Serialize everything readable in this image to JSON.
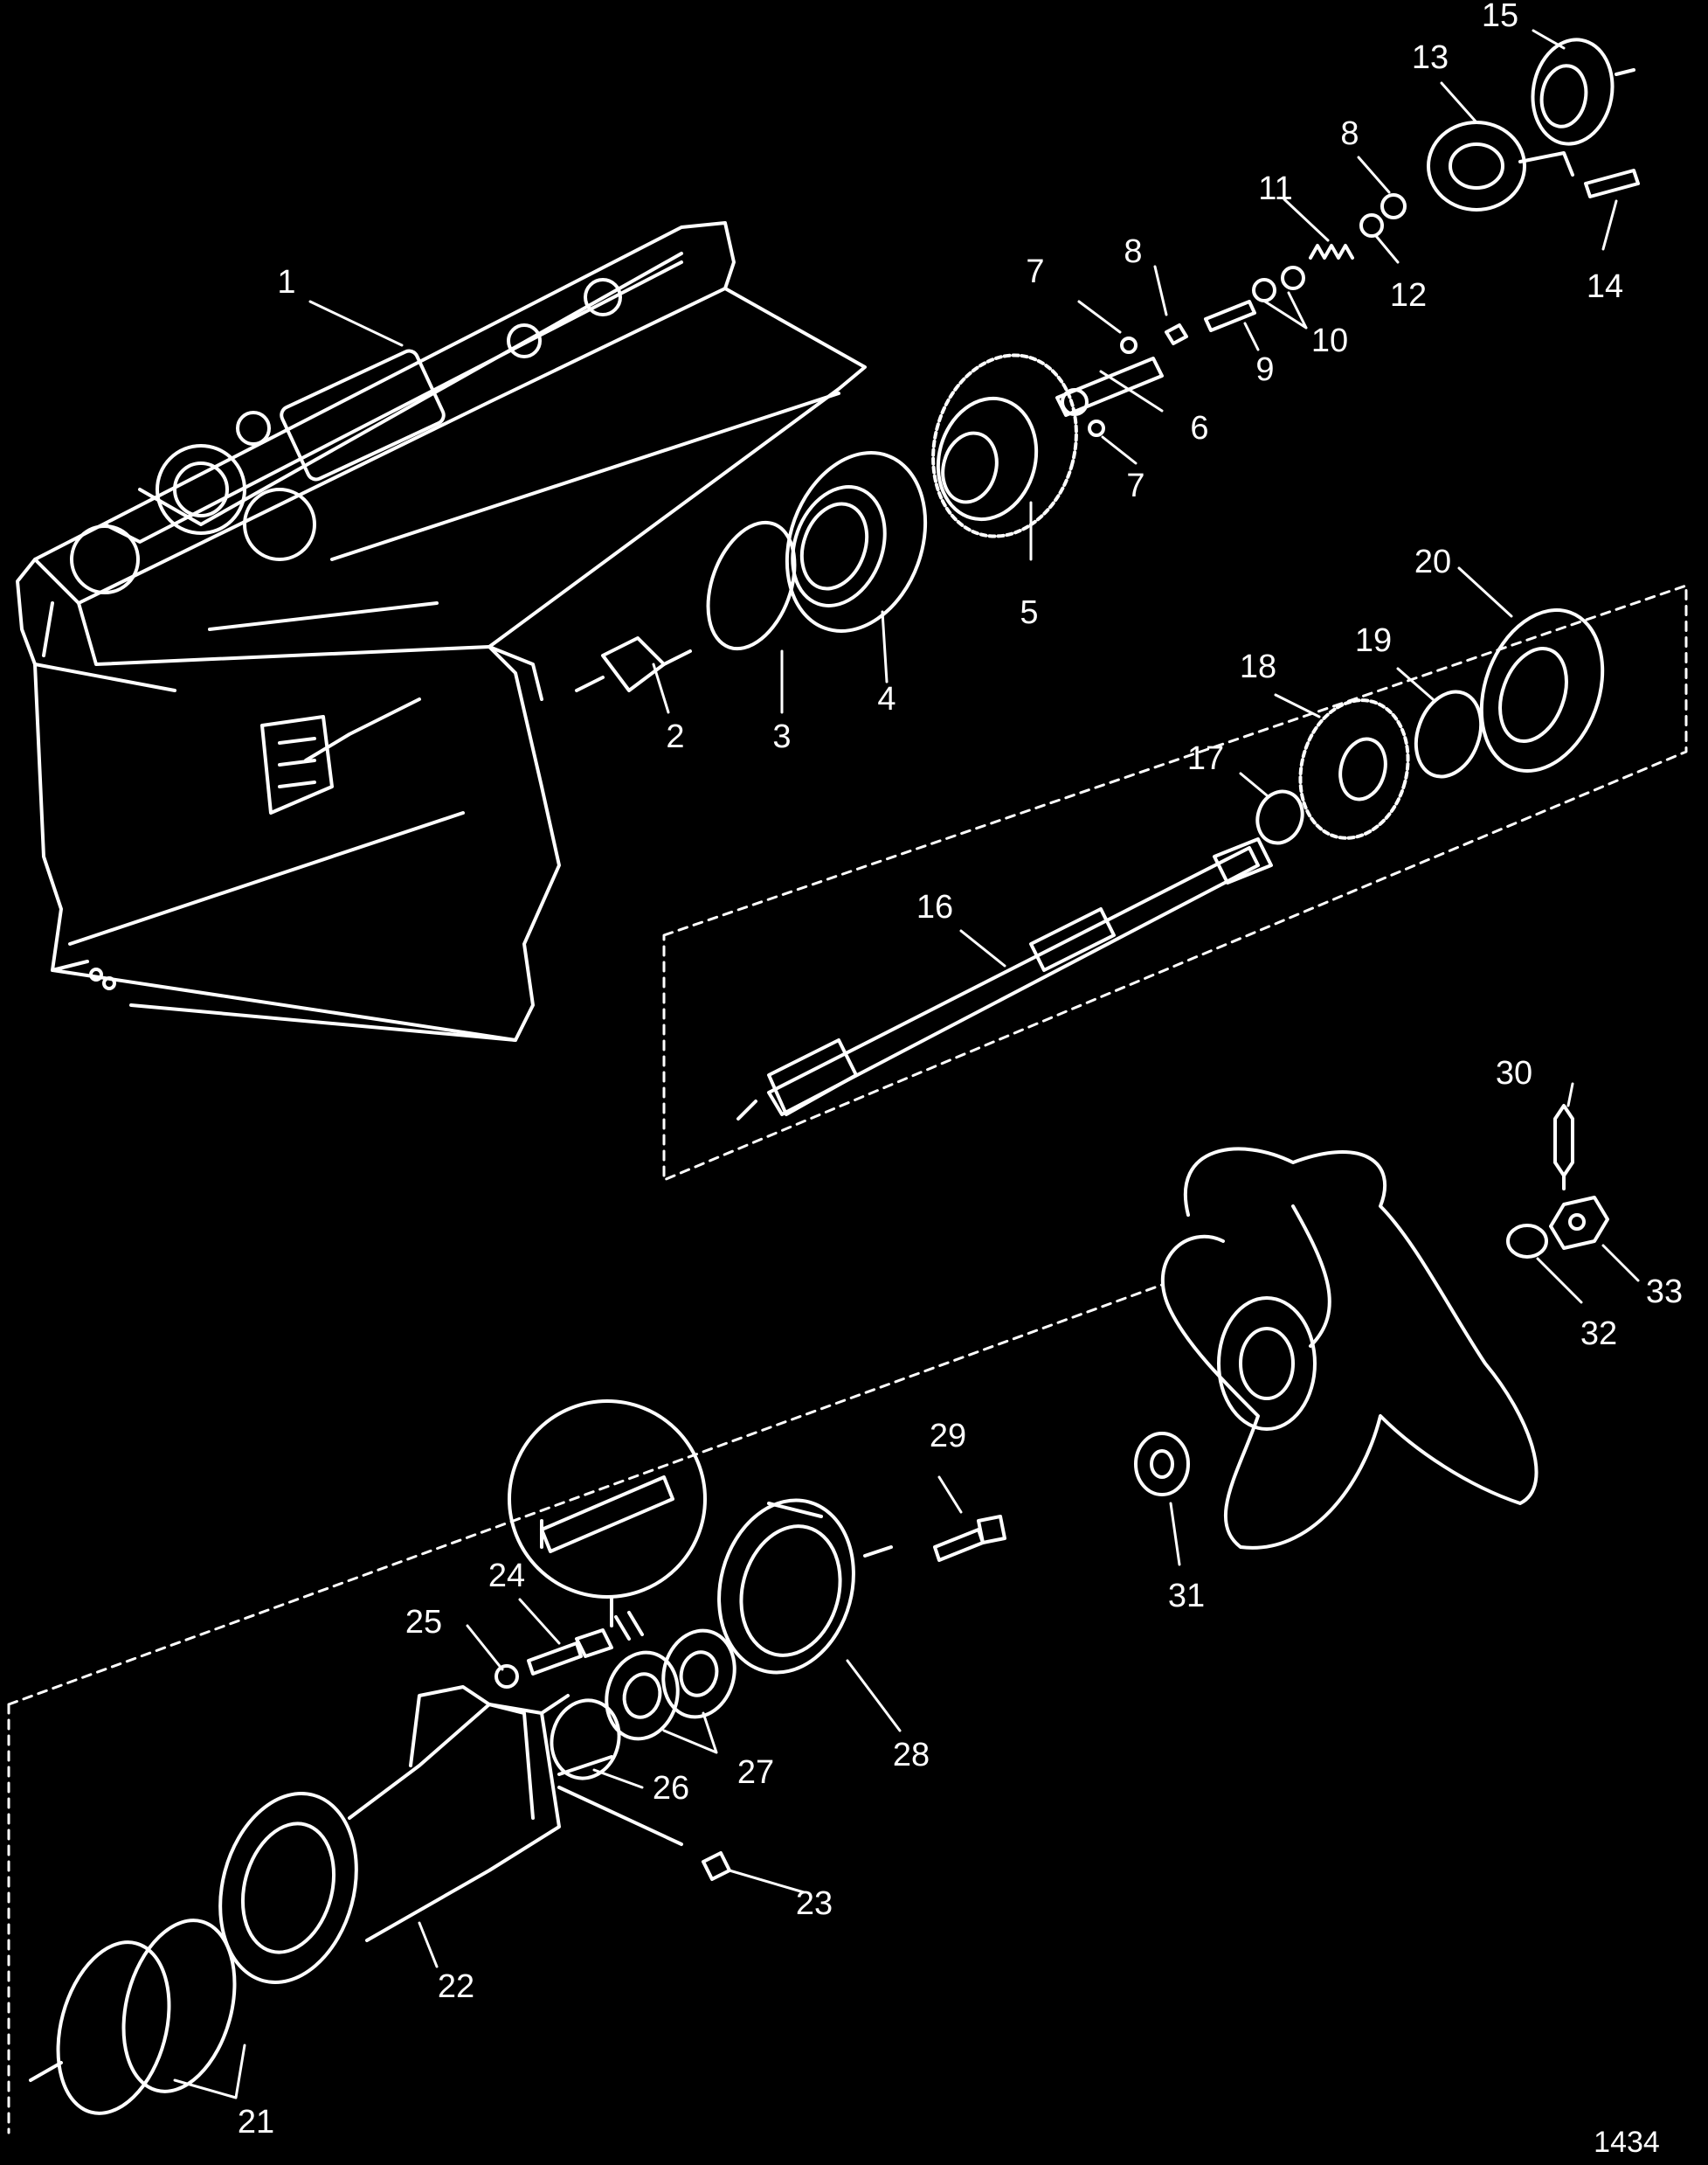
{
  "labels": {
    "l1": "1",
    "l2": "2",
    "l3": "3",
    "l4": "4",
    "l5": "5",
    "l6": "6",
    "l7a": "7",
    "l7b": "7",
    "l8a": "8",
    "l8b": "8",
    "l9": "9",
    "l10": "10",
    "l11": "11",
    "l12": "12",
    "l13": "13",
    "l14": "14",
    "l15": "15",
    "l16": "16",
    "l17": "17",
    "l18": "18",
    "l19": "19",
    "l20": "20",
    "l21": "21",
    "l22": "22",
    "l23": "23",
    "l24": "24",
    "l25": "25",
    "l26": "26",
    "l27": "27",
    "l28": "28",
    "l29": "29",
    "l30": "30",
    "l31": "31",
    "l32": "32",
    "l33": "33"
  },
  "figure_number": "1434",
  "colors": {
    "background": "#000000",
    "line": "#ffffff"
  }
}
